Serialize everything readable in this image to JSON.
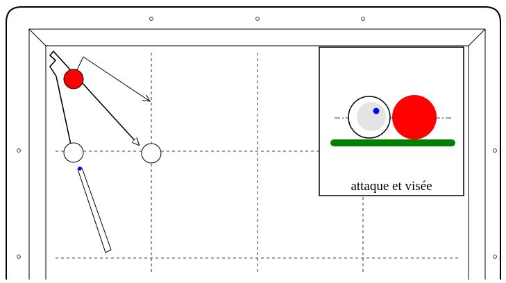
{
  "inset": {
    "caption": "attaque et visée",
    "cue_ball_color": "#ffffff",
    "object_ball_color": "#ff0000",
    "contact_dot_color": "#0000ff",
    "cloth_color": "#008000"
  },
  "table": {
    "diamonds": "small circle markers on the cushion rail",
    "grid": "dashed"
  },
  "colors": {
    "line": "#000000",
    "object_ball": "#ff0000",
    "cue_tip": "#0000ff",
    "cloth": "#008000",
    "background": "#ffffff"
  }
}
